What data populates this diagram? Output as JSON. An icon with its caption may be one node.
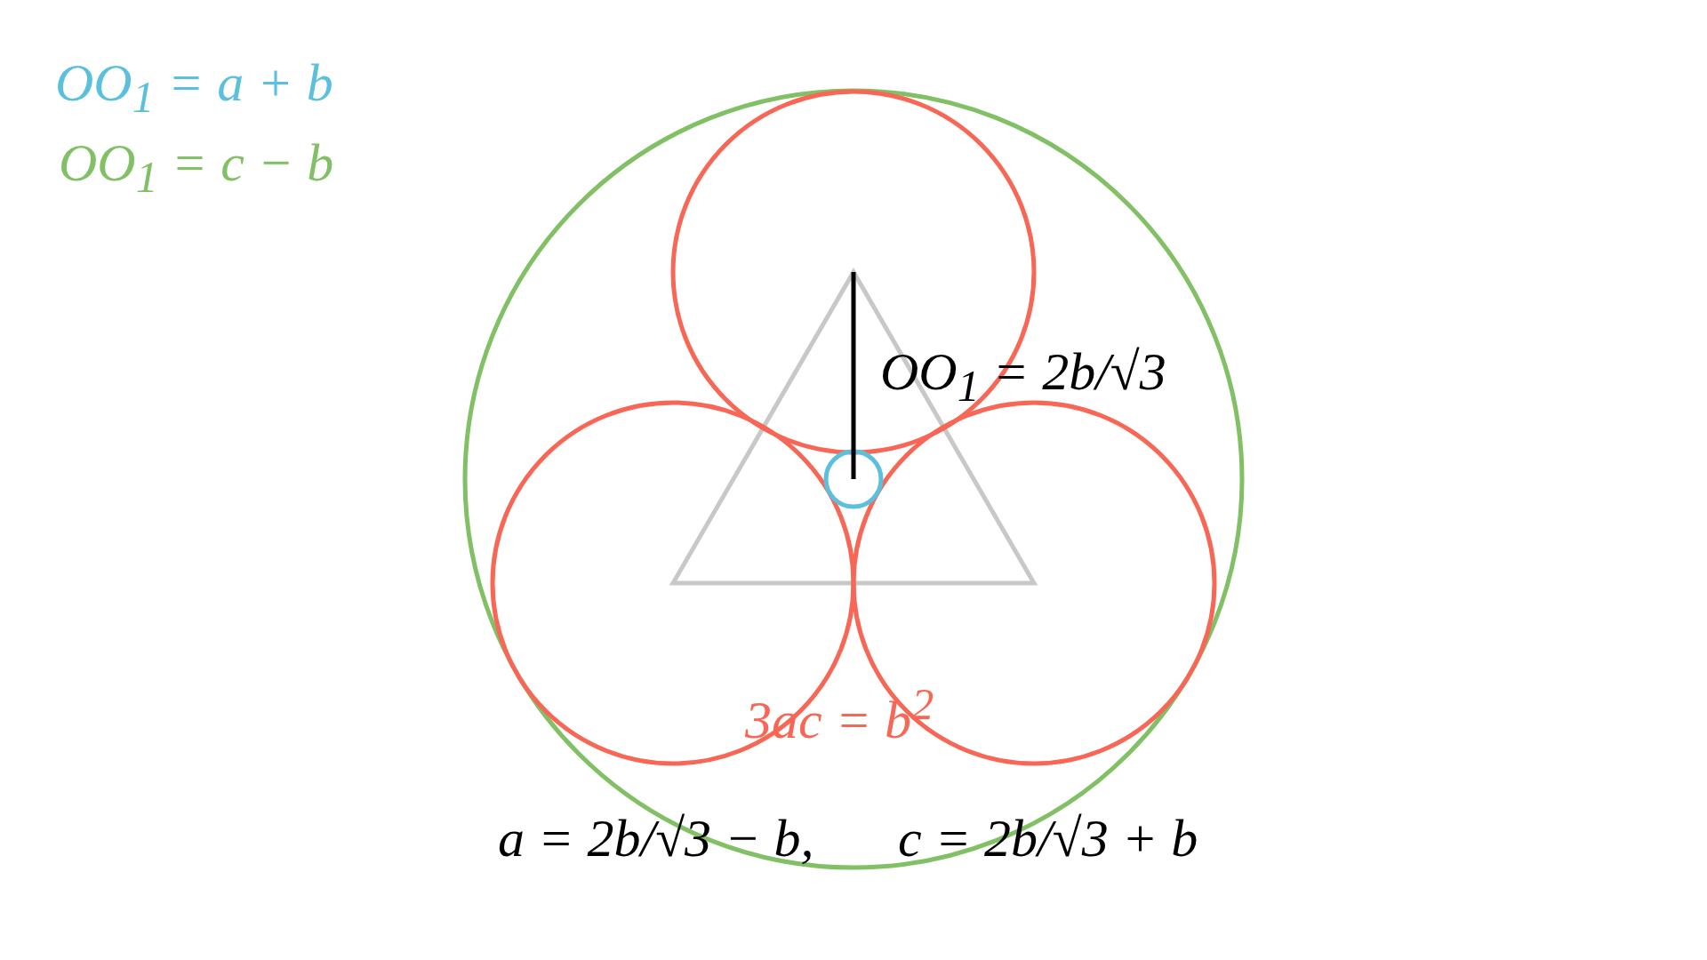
{
  "diagram": {
    "labels": [
      "OO$_{1}$ = a + b",
      "OO$_{1}$ = c − b",
      "OO$_{1}$ = 2b/√3",
      "3ac = b$^{2}$",
      "a = 2b/√3 − b,",
      "c = 2b/√3 + b"
    ]
  }
}
